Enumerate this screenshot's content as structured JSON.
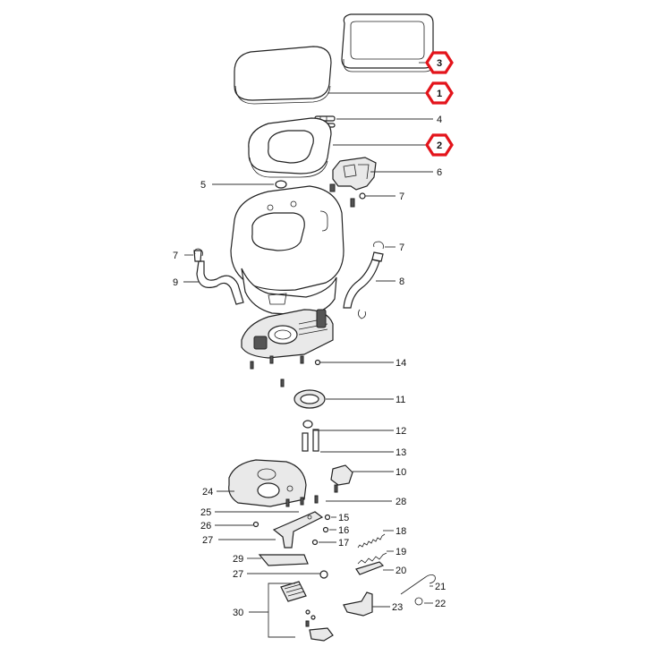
{
  "callouts": {
    "c1": "1",
    "c2": "2",
    "c3": "3",
    "c4": "4",
    "c5": "5",
    "c6": "6",
    "c7a": "7",
    "c7b": "7",
    "c7c": "7",
    "c8": "8",
    "c9": "9",
    "c10": "10",
    "c11": "11",
    "c12": "12",
    "c13": "13",
    "c14": "14",
    "c15": "15",
    "c16": "16",
    "c17": "17",
    "c18": "18",
    "c19": "19",
    "c20": "20",
    "c21": "21",
    "c22": "22",
    "c23": "23",
    "c24": "24",
    "c25": "25",
    "c26": "26",
    "c27a": "27",
    "c27b": "27",
    "c28": "28",
    "c29": "29",
    "c30": "30"
  },
  "highlighted": [
    "1",
    "2",
    "3"
  ],
  "colors": {
    "highlight": "#e3141b",
    "line": "#222222"
  }
}
